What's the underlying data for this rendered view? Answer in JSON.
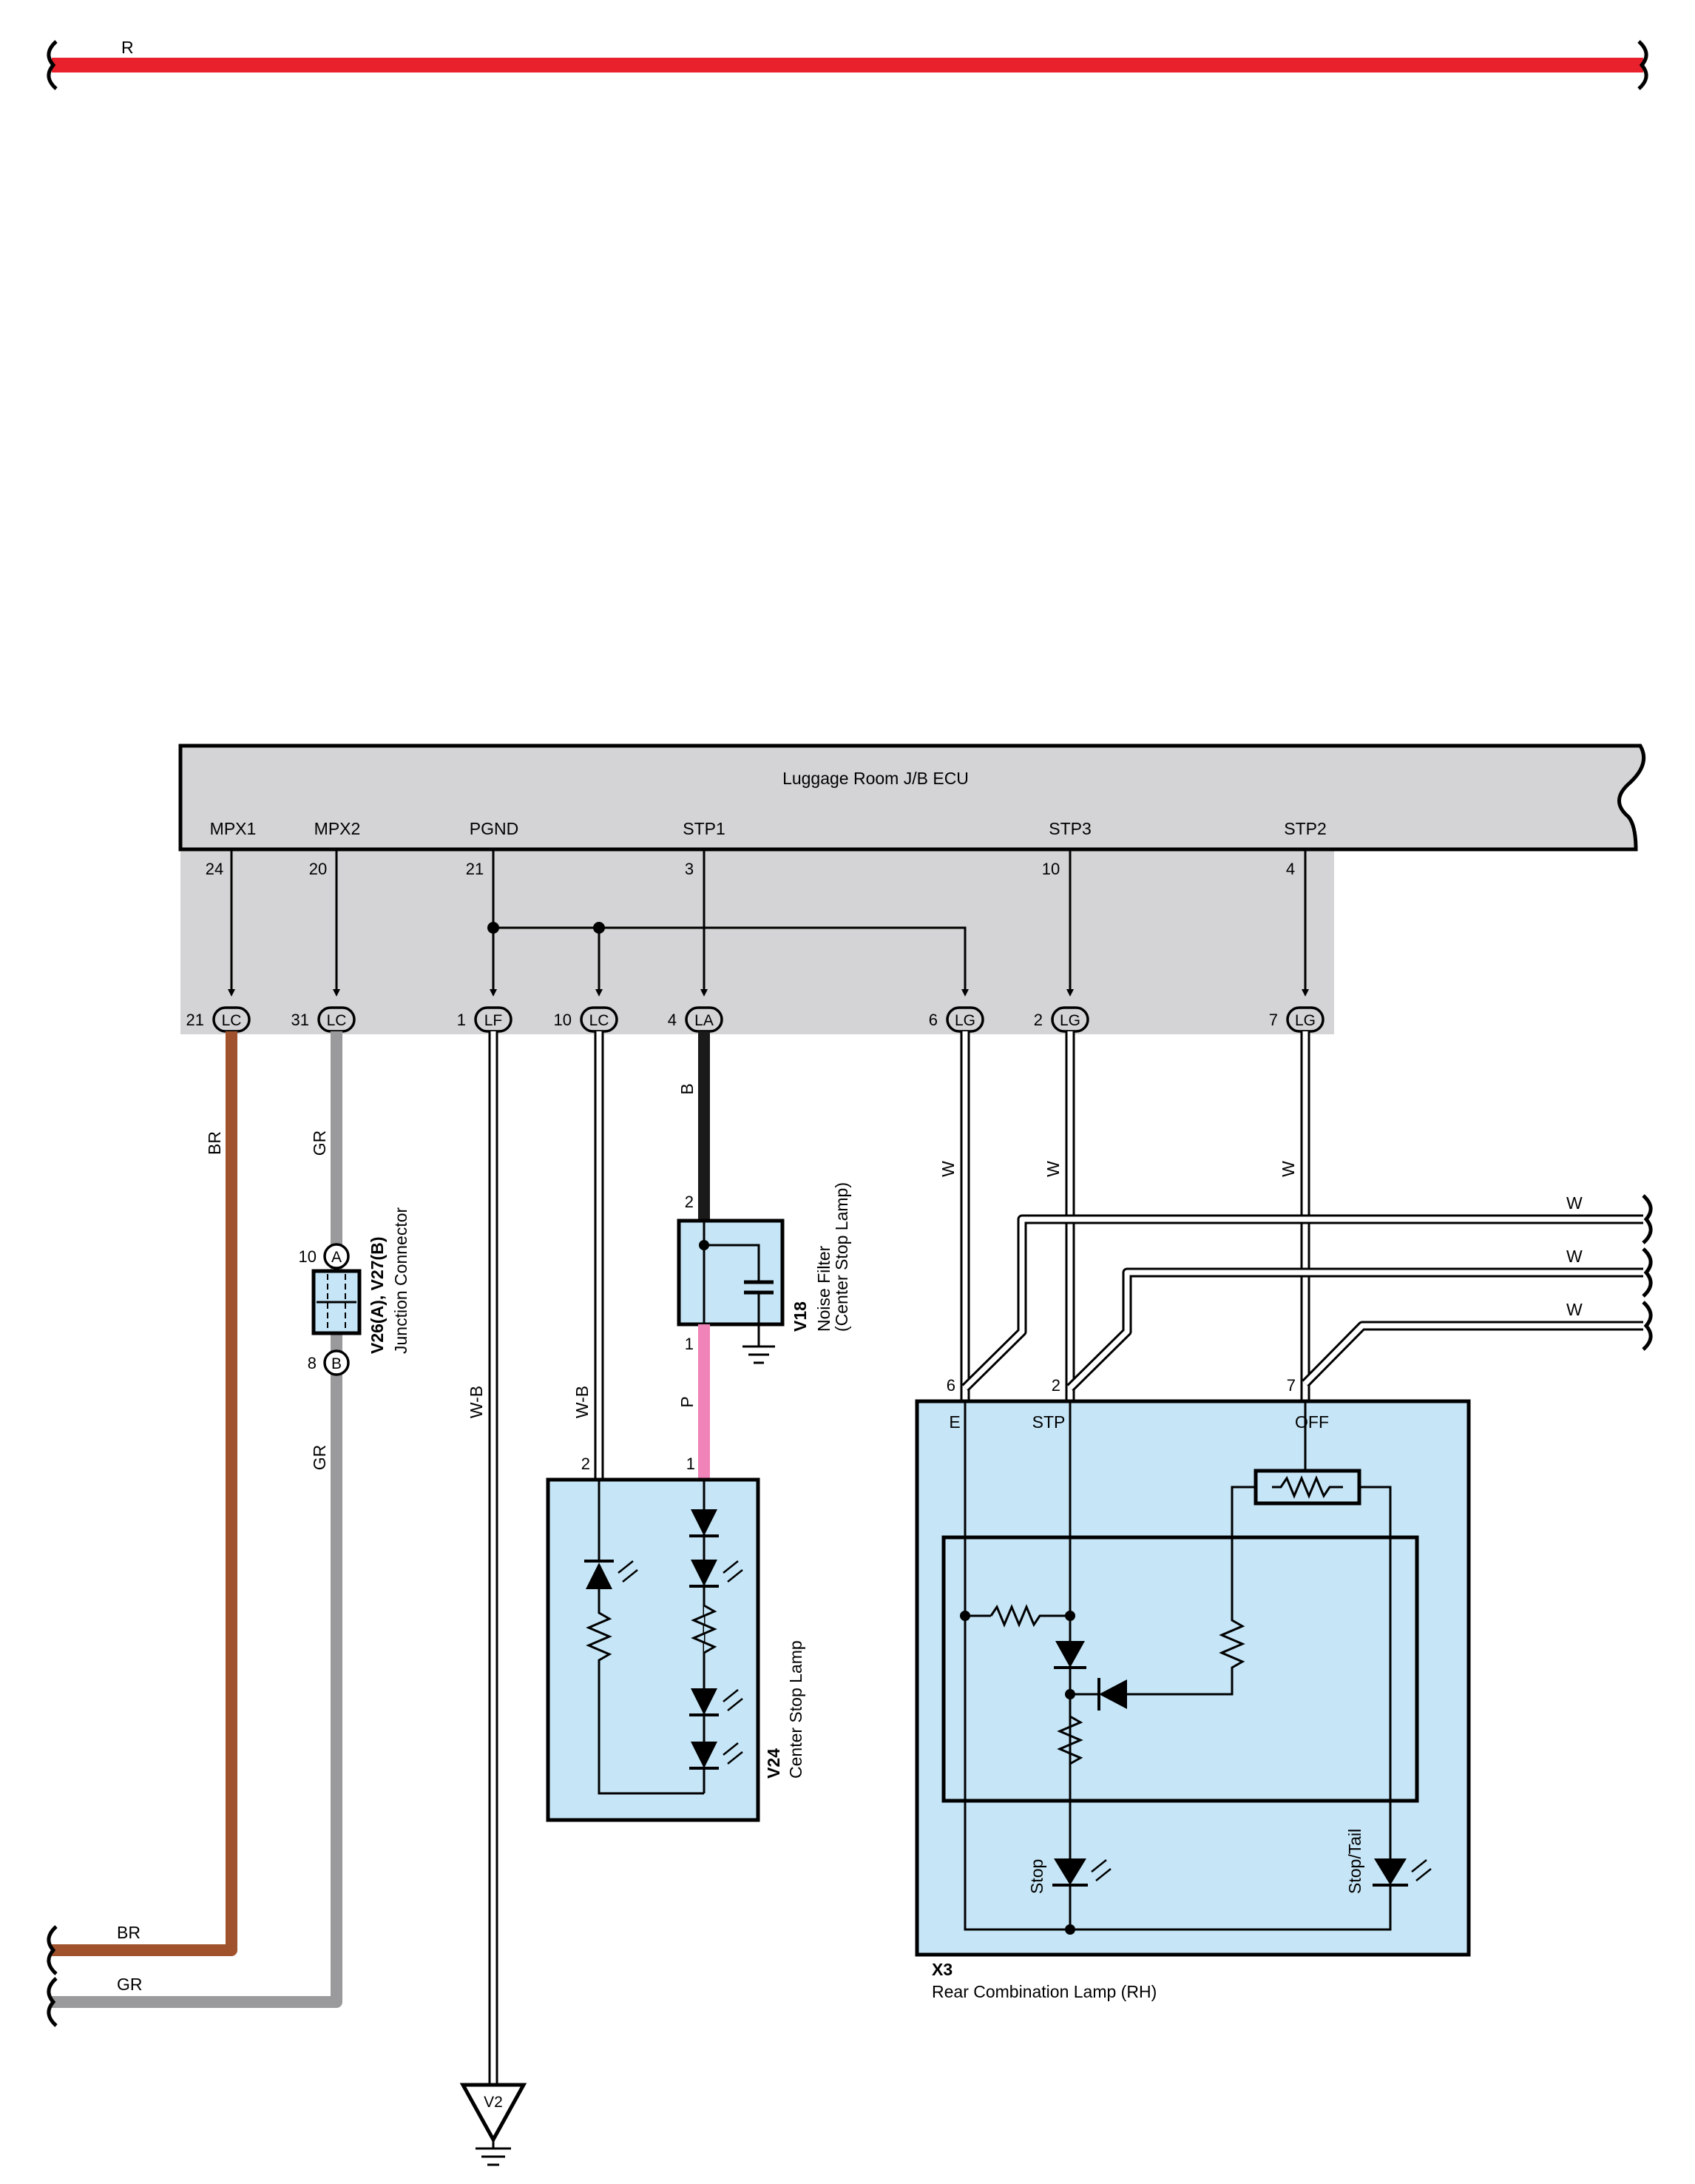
{
  "colors": {
    "red_wire": "#e8212c",
    "brown_wire": "#a0522d",
    "gray_wire": "#9a9a9c",
    "black_wire": "#1a1a1a",
    "pink_wire": "#f083b8",
    "component_fill": "#c6e6f7",
    "ecu_fill": "#d4d4d6"
  },
  "top_wire": {
    "color_code": "R"
  },
  "ecu": {
    "name": "Luggage Room J/B ECU",
    "terminals": [
      {
        "name": "MPX1",
        "pin": "24"
      },
      {
        "name": "MPX2",
        "pin": "20"
      },
      {
        "name": "PGND",
        "pin": "21"
      },
      {
        "name": "STP1",
        "pin": "3"
      },
      {
        "name": "STP3",
        "pin": "10"
      },
      {
        "name": "STP2",
        "pin": "4"
      }
    ]
  },
  "jb_connectors": [
    {
      "pin": "21",
      "code": "LC"
    },
    {
      "pin": "31",
      "code": "LC"
    },
    {
      "pin": "1",
      "code": "LF"
    },
    {
      "pin": "10",
      "code": "LC"
    },
    {
      "pin": "4",
      "code": "LA"
    },
    {
      "pin": "6",
      "code": "LG"
    },
    {
      "pin": "2",
      "code": "LG"
    },
    {
      "pin": "7",
      "code": "LG"
    }
  ],
  "wire_colors": {
    "br1": "BR",
    "gr1": "GR",
    "gr2": "GR",
    "wb1": "W-B",
    "wb2": "W-B",
    "b1": "B",
    "p1": "P",
    "w1": "W",
    "w2": "W",
    "w3": "W",
    "wr1": "W",
    "wr2": "W",
    "wr3": "W",
    "br_bottom": "BR",
    "gr_bottom": "GR"
  },
  "junction_connector": {
    "code": "V26(A), V27(B)",
    "name": "Junction Connector",
    "pin_a": "10",
    "pin_b": "8",
    "letter_a": "A",
    "letter_b": "B"
  },
  "noise_filter": {
    "code": "V18",
    "name": "Noise Filter",
    "subname": "(Center Stop Lamp)",
    "pin_top": "2",
    "pin_bottom": "1"
  },
  "center_stop_lamp": {
    "code": "V24",
    "name": "Center Stop Lamp",
    "pin_left": "2",
    "pin_right": "1"
  },
  "rear_combination_lamp": {
    "code": "X3",
    "name": "Rear Combination Lamp (RH)",
    "pins": [
      "6",
      "2",
      "7"
    ],
    "terminals": [
      "E",
      "STP",
      "OFF"
    ],
    "led_stop": "Stop",
    "led_stop_tail": "Stop/Tail"
  },
  "ground": {
    "code": "V2"
  }
}
